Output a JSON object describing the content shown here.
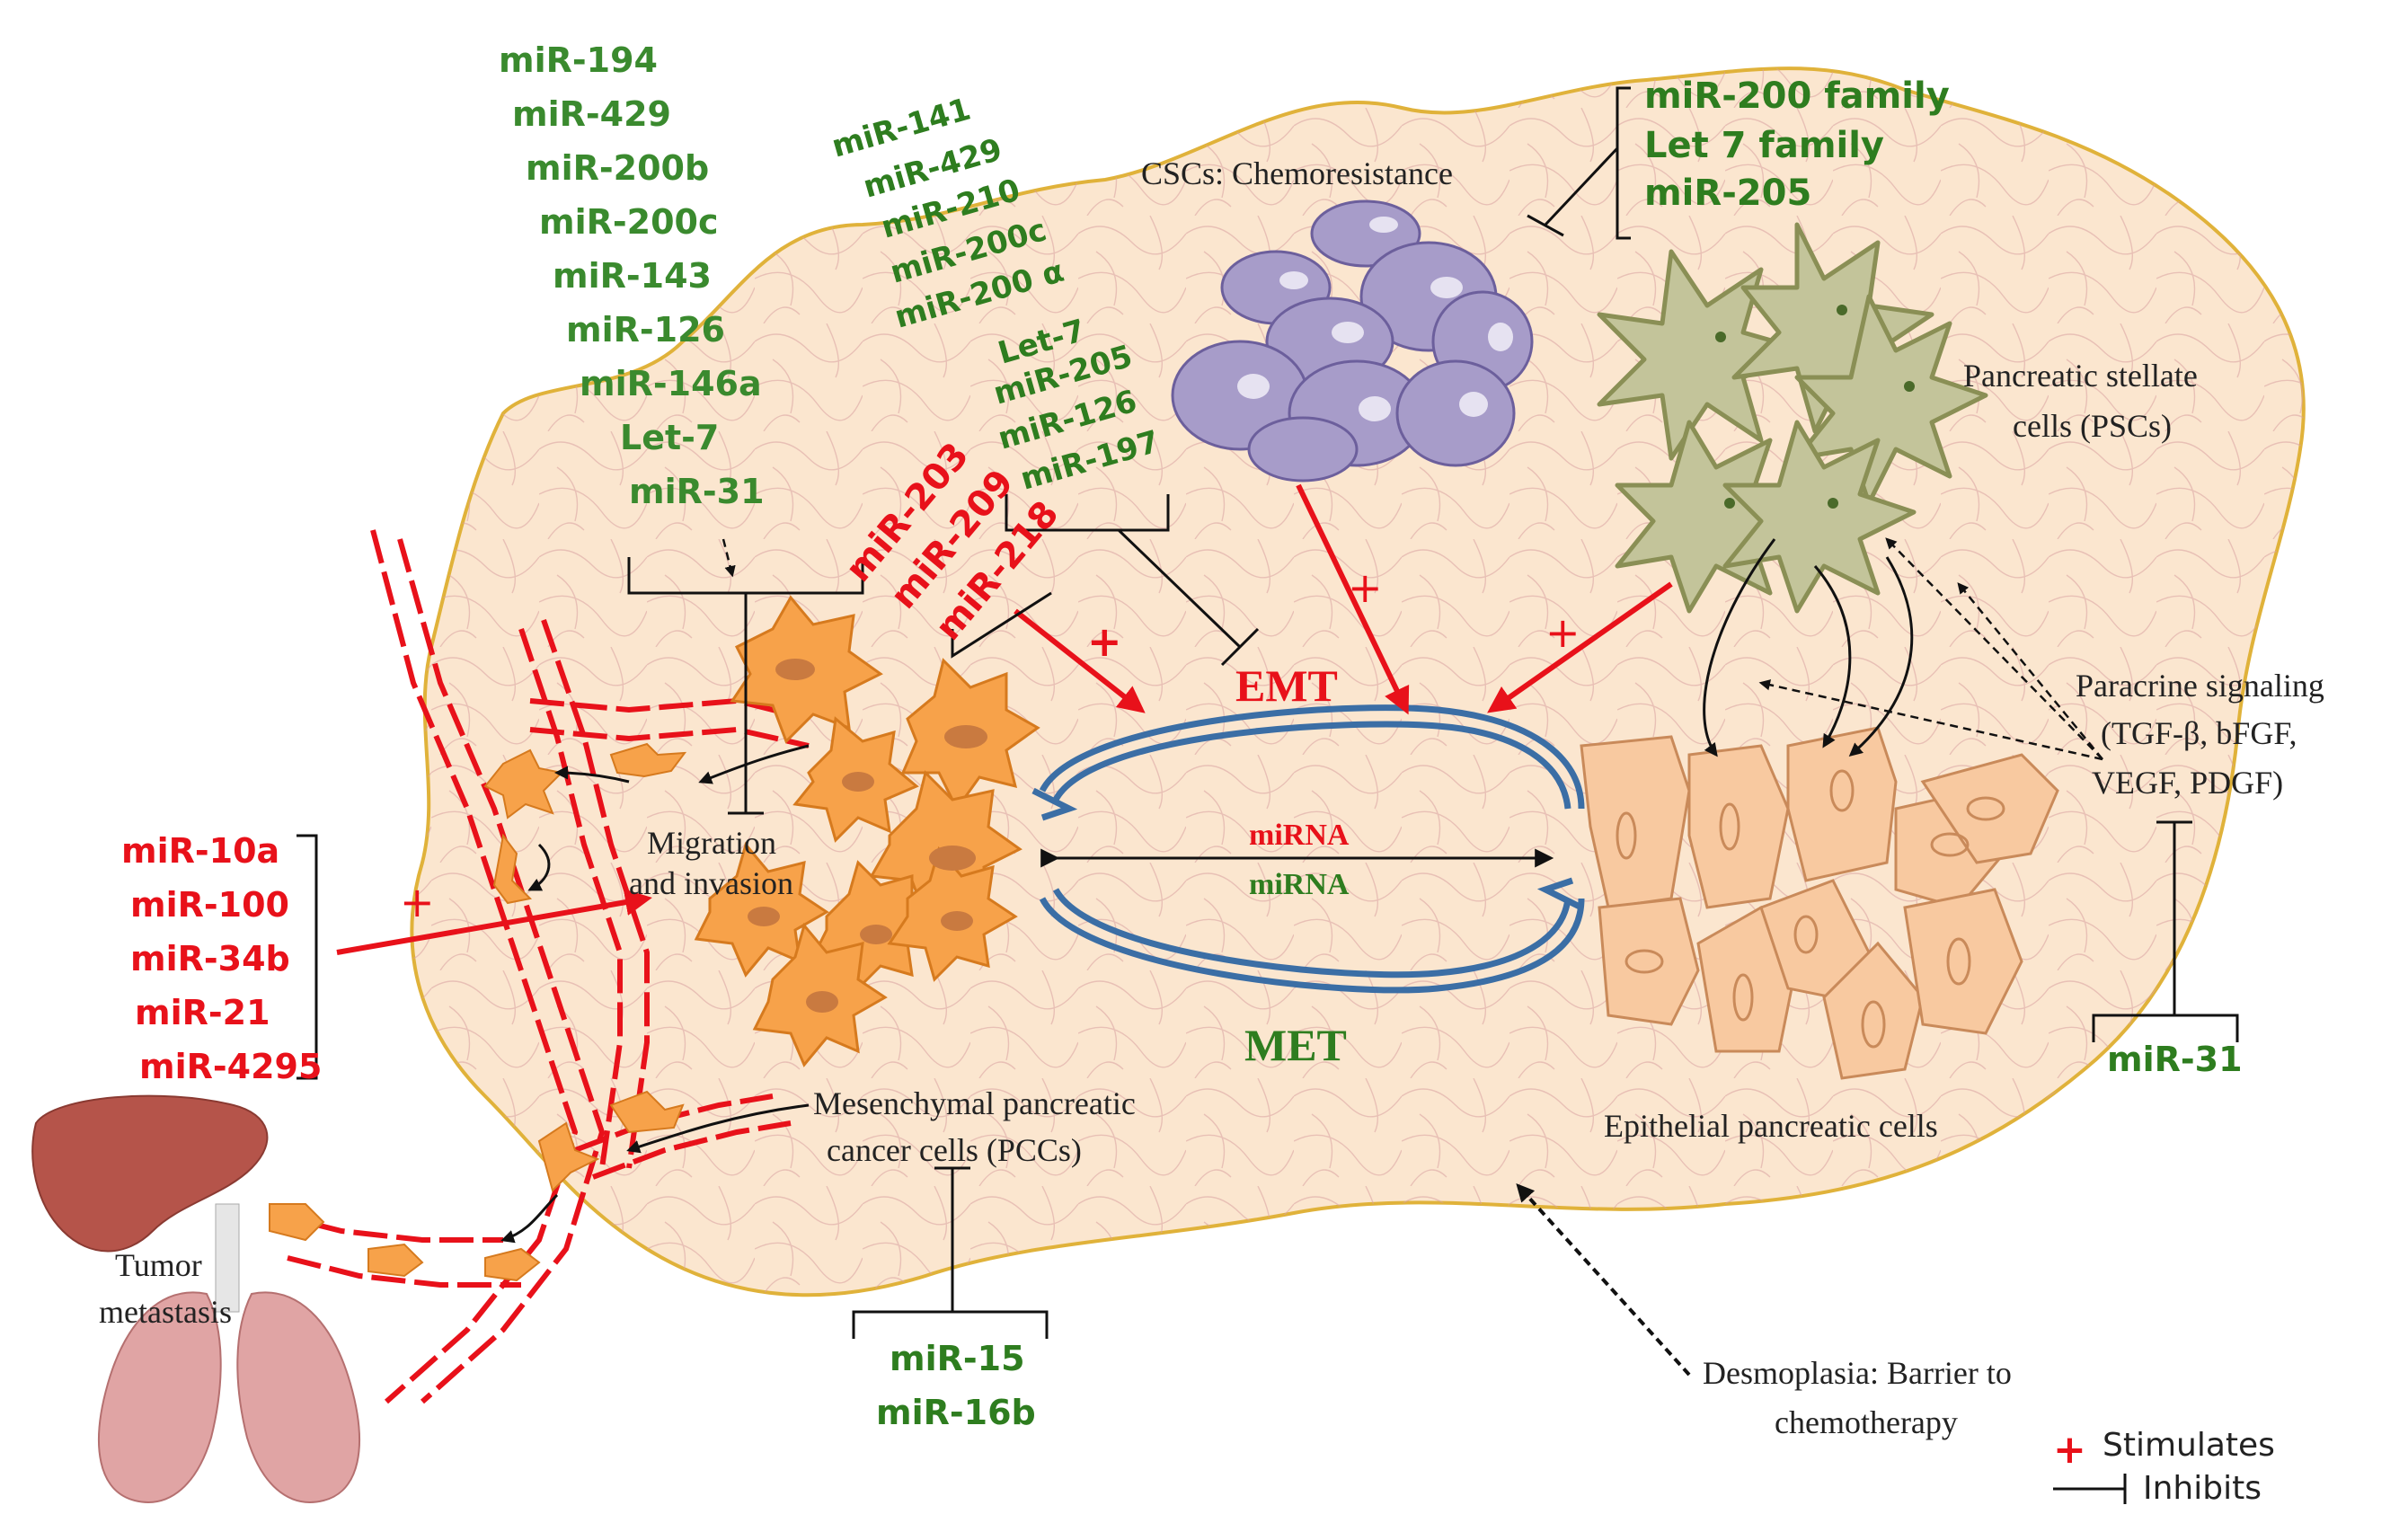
{
  "colors": {
    "tumor_fill": "#fbe6cf",
    "tumor_border": "#e0b23a",
    "stimulate": "#e8111a",
    "inhibit_mirna": "#2e7d1f",
    "vessel": "#e8111a",
    "cell_orange": "#f7a24a",
    "csc_purple": "#a79cc9",
    "psc_olive": "#8a8f55",
    "epithelial": "#f8c9a0",
    "emt_loop": "#3b6ea5"
  },
  "labels": {
    "csc": "CSCs: Chemoresistance",
    "psc_line1": "Pancreatic stellate",
    "psc_line2": "cells (PSCs)",
    "paracrine_line1": "Paracrine signaling",
    "paracrine_line2": "(TGF-β, bFGF,",
    "paracrine_line3": "VEGF, PDGF)",
    "emt": "EMT",
    "met": "MET",
    "mirna_red": "miRNA",
    "mirna_green": "miRNA",
    "migration_line1": "Migration",
    "migration_line2": "and invasion",
    "mesenchymal_line1": "Mesenchymal pancreatic",
    "mesenchymal_line2": "cancer cells (PCCs)",
    "epithelial": "Epithelial pancreatic cells",
    "desmoplasia_line1": "Desmoplasia: Barrier to",
    "desmoplasia_line2": "chemotherapy",
    "metastasis_line1": "Tumor",
    "metastasis_line2": "metastasis",
    "plus": "+"
  },
  "mirna_groups": {
    "migration_inhibitors": [
      "miR-194",
      "miR-429",
      "miR-200b",
      "miR-200c",
      "miR-143",
      "miR-126",
      "miR-146a",
      "Let-7",
      "miR-31"
    ],
    "emt_inhibitors": [
      "miR-141",
      "miR-429",
      "miR-210",
      "miR-200c",
      "miR-200 α",
      "Let-7",
      "miR-205",
      "miR-126",
      "miR-197"
    ],
    "emt_stimulators": [
      "miR-203",
      "miR-209",
      "miR-218"
    ],
    "csc_inhibitors": [
      "miR-200 family",
      "Let 7 family",
      "miR-205"
    ],
    "metastasis_stimulators": [
      "miR-10a",
      "miR-100",
      "miR-34b",
      "miR-21",
      "miR-4295"
    ],
    "pcc_inhibitors": [
      "miR-15",
      "miR-16b"
    ],
    "paracrine_inhibitors": [
      "miR-31"
    ]
  },
  "legend": {
    "stimulates": "Stimulates",
    "inhibits": "Inhibits"
  }
}
